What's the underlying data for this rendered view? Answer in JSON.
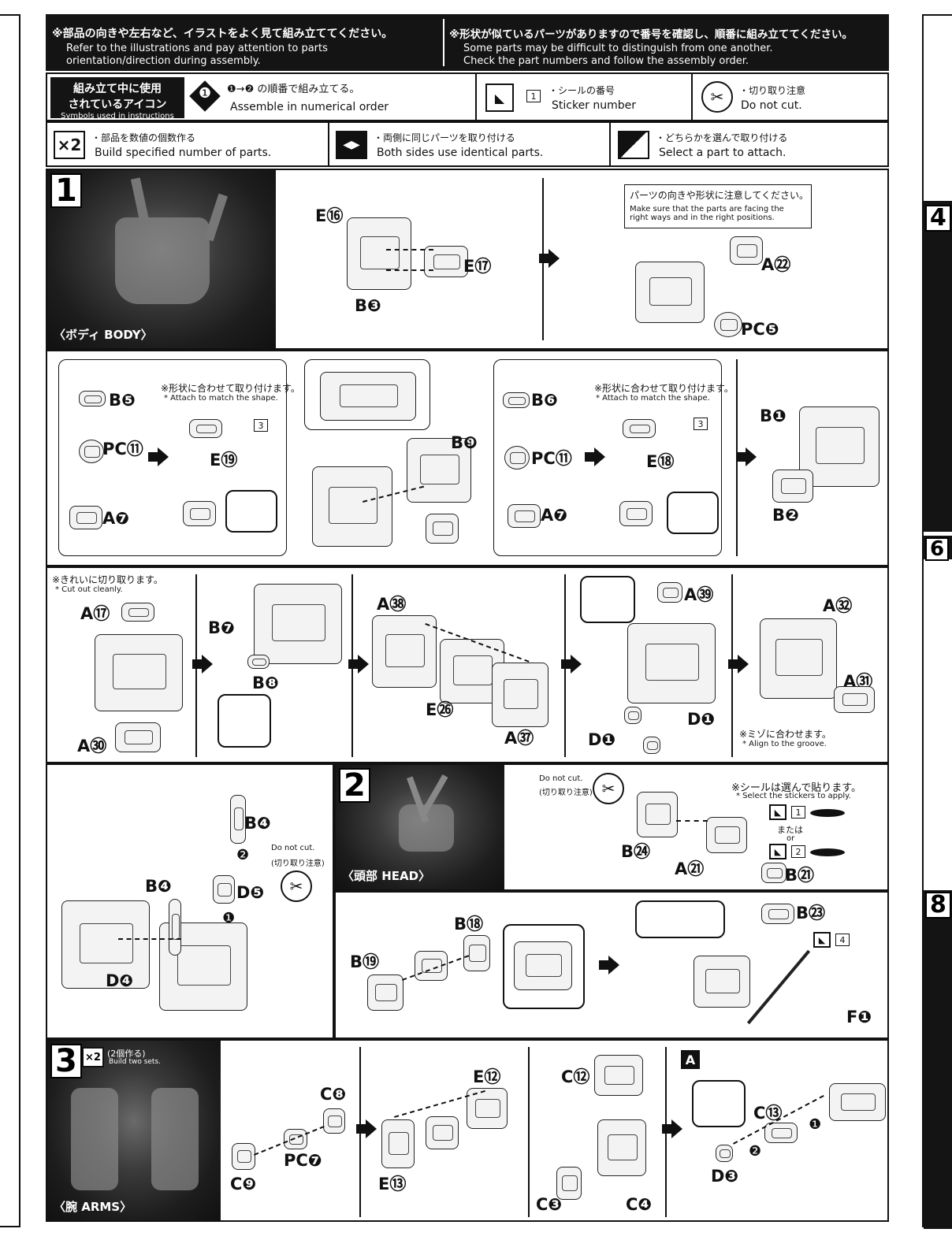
{
  "header": {
    "left_jp": "※部品の向きや左右など、イラストをよく見て組み立ててください。",
    "left_en1": "Refer to the illustrations and pay attention to parts",
    "left_en2": "orientation/direction during assembly.",
    "right_jp": "※形状が似ているパーツがありますので番号を確認し、順番に組み立ててください。",
    "right_en1": "Some parts may be difficult to distinguish from one another.",
    "right_en2": "Check the part numbers and follow the assembly order."
  },
  "legend": {
    "title_jp1": "組み立て中に使用",
    "title_jp2": "されているアイコン",
    "title_en": "Symbols used in instructions",
    "order_jp": "の順番で組み立てる。",
    "order_en": "Assemble in numerical order",
    "sticker_jp": "・シールの番号",
    "sticker_en": "Sticker number",
    "nocut_jp": "・切り取り注意",
    "nocut_en": "Do not cut.",
    "multi_jp": "・部品を数値の個数作る",
    "multi_en": "Build specified number of parts.",
    "identical_jp": "・両側に同じパーツを取り付ける",
    "identical_en": "Both sides use identical parts.",
    "select_jp": "・どちらかを選んで取り付ける",
    "select_en": "Select a part to attach."
  },
  "icons": {
    "n1": "❶",
    "n2": "❷",
    "x2": "×2",
    "sticker1": "1",
    "sticker2": "2",
    "sticker3": "3",
    "sticker4": "4",
    "A": "A"
  },
  "step1": {
    "num": "1",
    "label": "〈ボディ BODY〉",
    "facing_jp": "パーツの向きや形状に注意してください。",
    "facing_en1": "Make sure that the parts are facing the",
    "facing_en2": "right ways and in the right positions.",
    "row1": [
      "E⑯",
      "E⑰",
      "B❸",
      "A㉒",
      "PC❺"
    ],
    "row2": [
      "B❺",
      "PC⑪",
      "A❼",
      "E⑲",
      "B❾",
      "B❻",
      "PC⑪",
      "A❼",
      "E⑱",
      "B❶",
      "B❷"
    ],
    "attach_jp": "※形状に合わせて取り付けます。",
    "attach_en": "* Attach to match the shape.",
    "cut_jp": "※きれいに切り取ります。",
    "cut_en": "* Cut out cleanly.",
    "row3": [
      "A⑰",
      "A㉚",
      "B❼",
      "B❽",
      "A㊳",
      "E㉖",
      "A㊲",
      "A㊴",
      "D❶",
      "D❶",
      "A㉜",
      "A㉛"
    ],
    "groove_jp": "※ミゾに合わせます。",
    "groove_en": "* Align to the groove.",
    "row4": [
      "B❹",
      "D❺",
      "B❹",
      "D❹"
    ],
    "donotcut_en": "Do not cut.",
    "donotcut_jp": "(切り取り注意)"
  },
  "step2": {
    "num": "2",
    "label": "〈頭部 HEAD〉",
    "donotcut_en": "Do not cut.",
    "donotcut_jp": "(切り取り注意)",
    "select_jp": "※シールは選んで貼ります。",
    "select_en": "* Select the stickers to apply.",
    "or_jp": "または",
    "or_en": "or",
    "parts": [
      "B㉔",
      "A㉑",
      "B㉑",
      "B⑱",
      "B⑲",
      "B㉓",
      "F❶"
    ]
  },
  "step3": {
    "num": "3",
    "label": "〈腕 ARMS〉",
    "twosets_jp": "(2個作る)",
    "twosets_en": "Build two sets.",
    "parts": [
      "C❽",
      "PC❼",
      "C❾",
      "E⑫",
      "E⑬",
      "C⑫",
      "C❸",
      "C❹",
      "C⑬",
      "D❸"
    ]
  },
  "rightstrip": {
    "nums": [
      "4",
      "6",
      "8"
    ]
  }
}
